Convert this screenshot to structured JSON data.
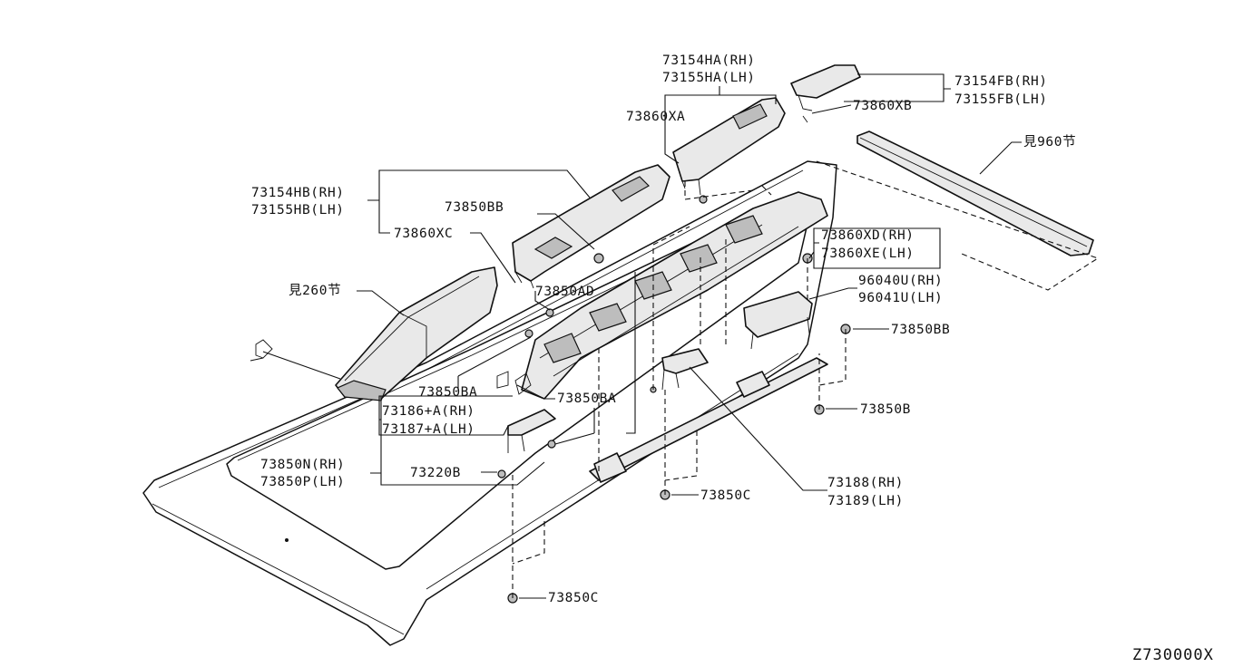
{
  "diagram_code": "Z730000X",
  "labels": {
    "l_73154ha": "73154HA(RH)",
    "l_73155ha": "73155HA(LH)",
    "l_73860xa": "73860XA",
    "l_73154fb": "73154FB(RH)",
    "l_73155fb": "73155FB(LH)",
    "l_73860xb": "73860XB",
    "l_ref960": "見960节",
    "l_73154hb": "73154HB(RH)",
    "l_73155hb": "73155HB(LH)",
    "l_73850bb_top": "73850BB",
    "l_73860xc": "73860XC",
    "l_73860xd": "73860XD(RH)",
    "l_73860xe": "73860XE(LH)",
    "l_96040u": "96040U(RH)",
    "l_96041u": "96041U(LH)",
    "l_ref260": "見260节",
    "l_73850ad": "73850AD",
    "l_73850bb_right": "73850BB",
    "l_73850ba_1": "73850BA",
    "l_73850ba_2": "73850BA",
    "l_73186": "73186+A(RH)",
    "l_73187": "73187+A(LH)",
    "l_73850b": "73850B",
    "l_73850n": "73850N(RH)",
    "l_73850p": "73850P(LH)",
    "l_73220b": "73220B",
    "l_73188": "73188(RH)",
    "l_73189": "73189(LH)",
    "l_73850c_mid": "73850C",
    "l_73850c_bot": "73850C"
  }
}
